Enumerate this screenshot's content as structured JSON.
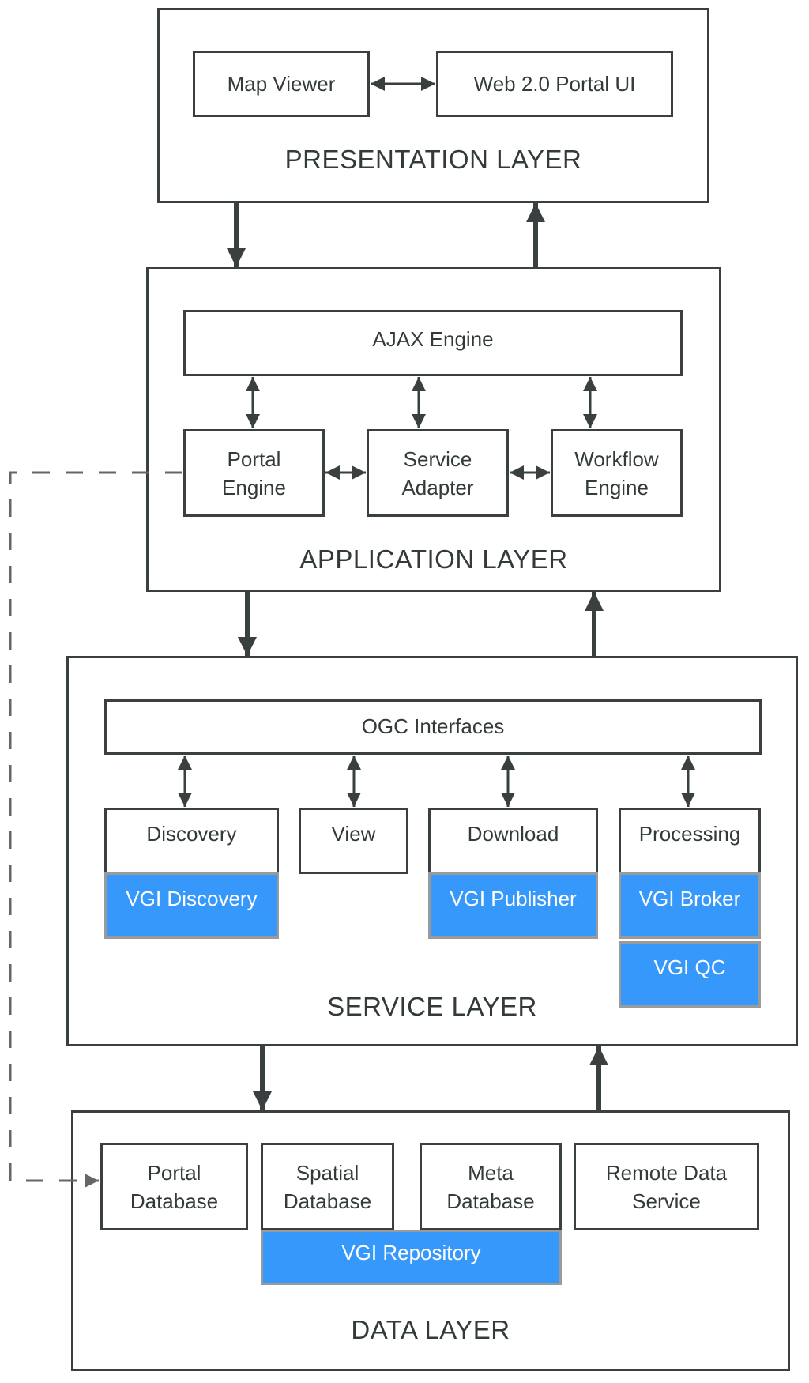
{
  "layers": {
    "presentation": {
      "label": "PRESENTATION LAYER",
      "components": {
        "map_viewer": "Map Viewer",
        "web_portal_ui": "Web 2.0 Portal UI"
      }
    },
    "application": {
      "label": "APPLICATION LAYER",
      "components": {
        "ajax_engine": "AJAX Engine",
        "portal_engine": "Portal\nEngine",
        "service_adapter": "Service\nAdapter",
        "workflow_engine": "Workflow\nEngine"
      }
    },
    "service": {
      "label": "SERVICE LAYER",
      "components": {
        "ogc_interfaces": "OGC Interfaces",
        "discovery": "Discovery",
        "view": "View",
        "download": "Download",
        "processing": "Processing"
      },
      "vgi_components": {
        "vgi_discovery": "VGI Discovery",
        "vgi_publisher": "VGI Publisher",
        "vgi_broker": "VGI Broker",
        "vgi_qc": "VGI QC"
      }
    },
    "data": {
      "label": "DATA LAYER",
      "components": {
        "portal_database": "Portal\nDatabase",
        "spatial_database": "Spatial\nDatabase",
        "meta_database": "Meta\nDatabase",
        "remote_data_service": "Remote Data\nService"
      },
      "vgi_components": {
        "vgi_repository": "VGI Repository"
      }
    }
  },
  "colors": {
    "stroke": "#3a3f3f",
    "text": "#333a3a",
    "vgi_fill": "#3798fb",
    "vgi_border": "#9a9a9a",
    "vgi_text": "#ffffff",
    "dashed_connector": "#666666"
  },
  "connections": [
    {
      "from": "map_viewer",
      "to": "web_portal_ui",
      "type": "bidirectional"
    },
    {
      "from": "presentation",
      "to": "application",
      "type": "down"
    },
    {
      "from": "application",
      "to": "presentation",
      "type": "up"
    },
    {
      "from": "ajax_engine",
      "to": "portal_engine",
      "type": "bidirectional"
    },
    {
      "from": "ajax_engine",
      "to": "service_adapter",
      "type": "bidirectional"
    },
    {
      "from": "ajax_engine",
      "to": "workflow_engine",
      "type": "bidirectional"
    },
    {
      "from": "portal_engine",
      "to": "service_adapter",
      "type": "bidirectional"
    },
    {
      "from": "service_adapter",
      "to": "workflow_engine",
      "type": "bidirectional"
    },
    {
      "from": "application",
      "to": "service",
      "type": "down"
    },
    {
      "from": "service",
      "to": "application",
      "type": "up"
    },
    {
      "from": "ogc_interfaces",
      "to": "discovery",
      "type": "bidirectional"
    },
    {
      "from": "ogc_interfaces",
      "to": "view",
      "type": "bidirectional"
    },
    {
      "from": "ogc_interfaces",
      "to": "download",
      "type": "bidirectional"
    },
    {
      "from": "ogc_interfaces",
      "to": "processing",
      "type": "bidirectional"
    },
    {
      "from": "service",
      "to": "data",
      "type": "down"
    },
    {
      "from": "data",
      "to": "service",
      "type": "up"
    },
    {
      "from": "portal_engine",
      "to": "portal_database",
      "type": "dashed"
    }
  ]
}
